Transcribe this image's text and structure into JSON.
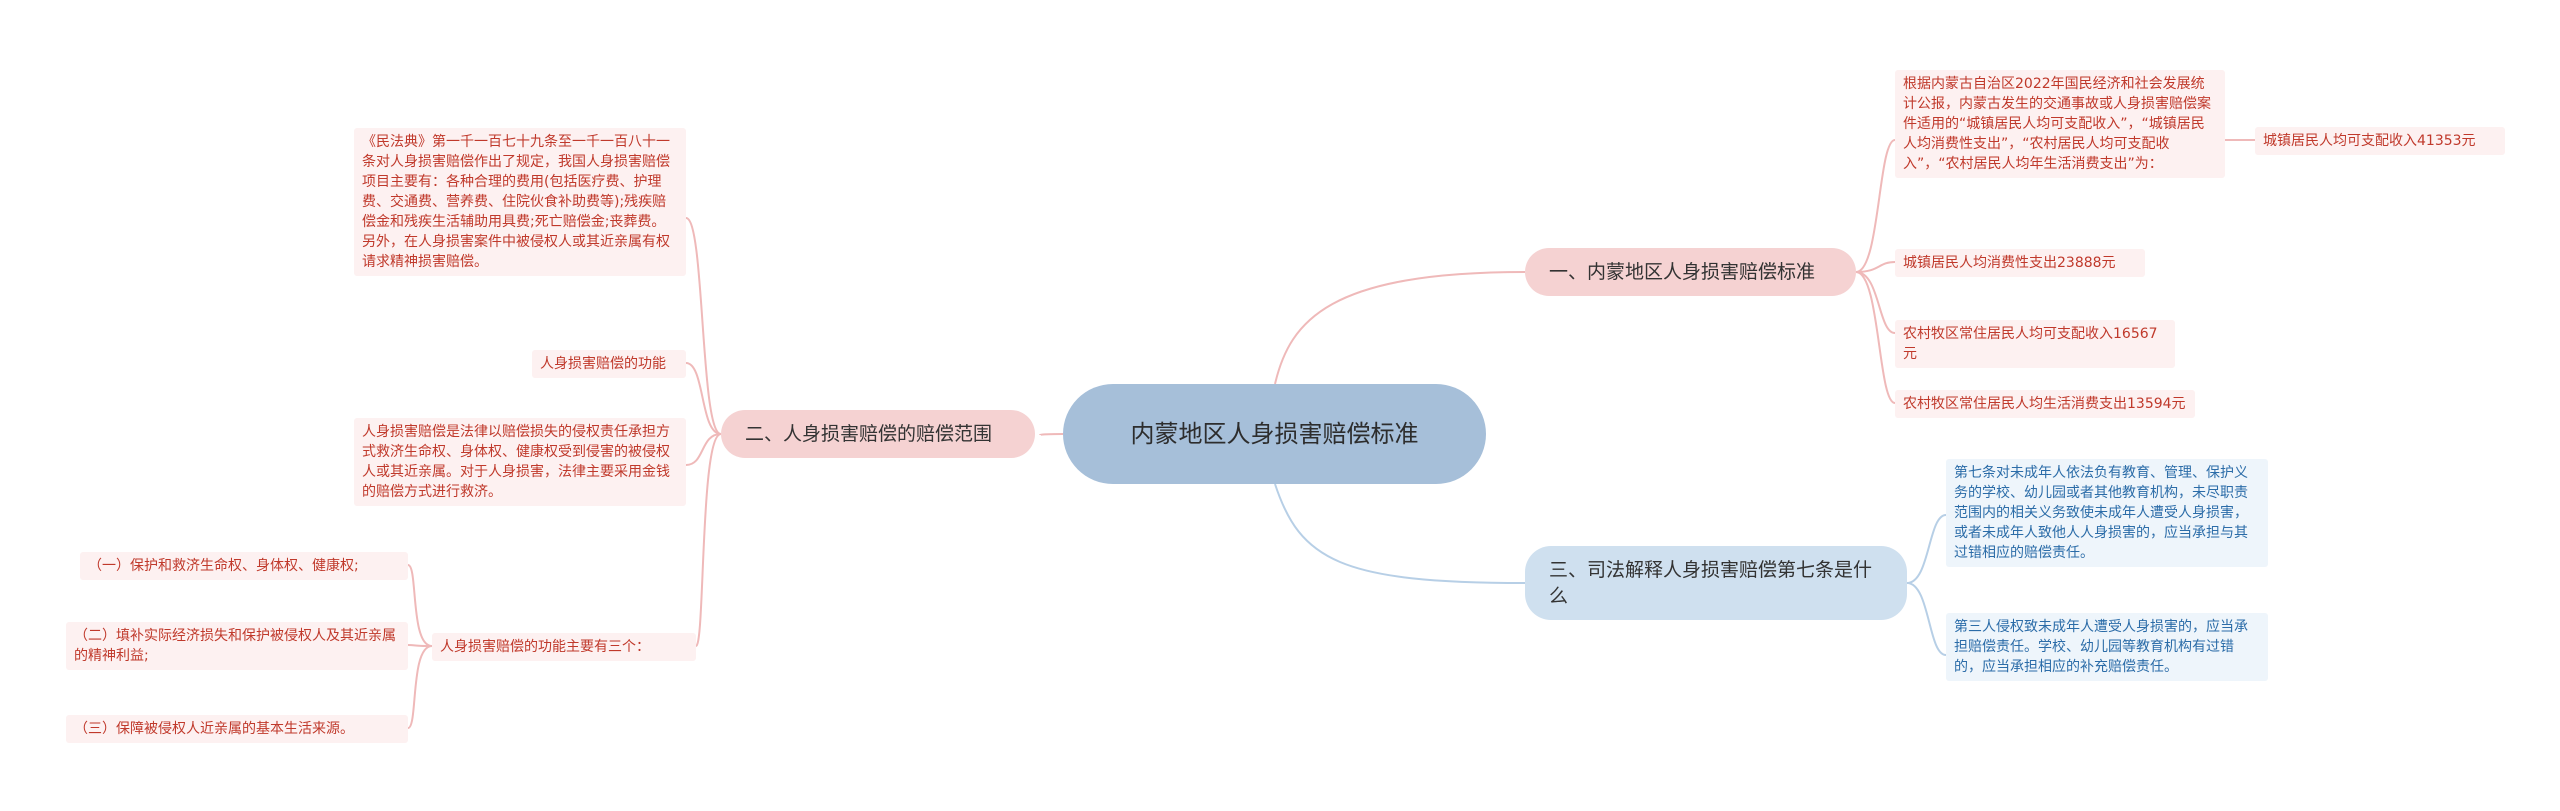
{
  "root": {
    "title": "内蒙地区人身损害赔偿标准"
  },
  "branch1": {
    "title": "一、内蒙地区人身损害赔偿标准",
    "intro": "根据内蒙古自治区2022年国民经济和社会发展统计公报，内蒙古发生的交通事故或人身损害赔偿案件适用的“城镇居民人均可支配收入”，“城镇居民人均消费性支出”，“农村居民人均可支配收入”，“农村居民人均年生活消费支出”为：",
    "intro_value": "城镇居民人均可支配收入41353元",
    "items": [
      "城镇居民人均消费性支出23888元",
      "农村牧区常住居民人均可支配收入16567元",
      "农村牧区常住居民人均生活消费支出13594元"
    ]
  },
  "branch2": {
    "title": "二、人身损害赔偿的赔偿范围",
    "civil_code": "《民法典》第一千一百七十九条至一千一百八十一条对人身损害赔偿作出了规定，我国人身损害赔偿项目主要有：各种合理的费用(包括医疗费、护理费、交通费、营养费、住院伙食补助费等);残疾赔偿金和残疾生活辅助用具费;死亡赔偿金;丧葬费。另外，在人身损害案件中被侵权人或其近亲属有权请求精神损害赔偿。",
    "function_label": "人身损害赔偿的功能",
    "definition": "人身损害赔偿是法律以赔偿损失的侵权责任承担方式救济生命权、身体权、健康权受到侵害的被侵权人或其近亲属。对于人身损害，法律主要采用金钱的赔偿方式进行救济。",
    "three_functions": "人身损害赔偿的功能主要有三个：",
    "functions": [
      "（一）保护和救济生命权、身体权、健康权;",
      "（二）填补实际经济损失和保护被侵权人及其近亲属的精神利益;",
      "（三）保障被侵权人近亲属的基本生活来源。"
    ]
  },
  "branch3": {
    "title": "三、司法解释人身损害赔偿第七条是什么",
    "items": [
      "第七条对未成年人依法负有教育、管理、保护义务的学校、幼儿园或者其他教育机构，未尽职责范围内的相关义务致使未成年人遭受人身损害，或者未成年人致他人人身损害的，应当承担与其过错相应的赔偿责任。",
      "第三人侵权致未成年人遭受人身损害的，应当承担赔偿责任。学校、幼儿园等教育机构有过错的，应当承担相应的补充赔偿责任。"
    ]
  },
  "colors": {
    "root_fill": "#a6bfd9",
    "red_branch_fill": "#f5d2d2",
    "blue_branch_fill": "#cfe0ef",
    "red_link": "#efb9b9",
    "blue_link": "#b7cfe6",
    "red_text": "#c0392b",
    "blue_text": "#2b6ca8"
  }
}
